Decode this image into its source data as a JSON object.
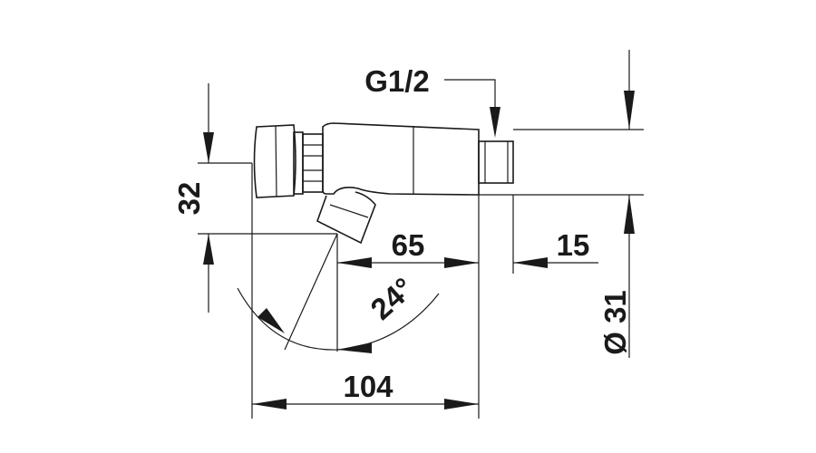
{
  "dimensions": {
    "thread": "G1/2",
    "height": "32",
    "body_length": "65",
    "thread_length": "15",
    "angle": "24°",
    "total_length": "104",
    "diameter": "Ø 31"
  },
  "colors": {
    "ink": "#1a1a1a",
    "background": "#ffffff"
  }
}
